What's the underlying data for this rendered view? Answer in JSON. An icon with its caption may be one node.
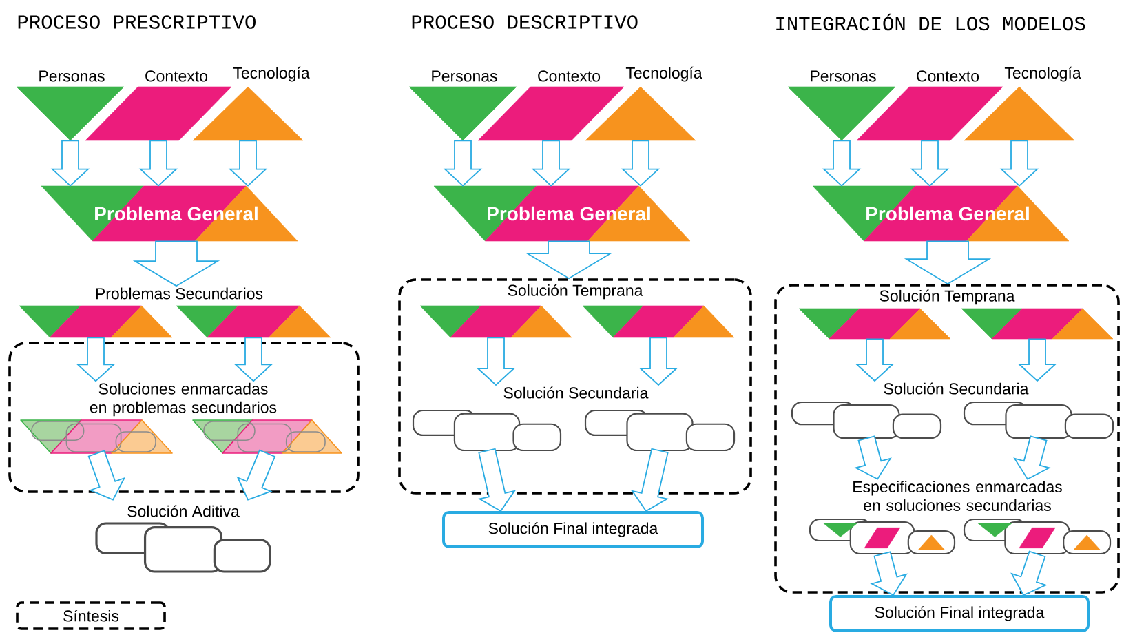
{
  "diagram": {
    "nodes": [
      {
        "text": [
          "Personas"
        ]
      },
      {
        "text": [
          "Contexto"
        ]
      },
      {
        "text": [
          "Tecnología"
        ]
      },
      {
        "text": [
          "Problema General"
        ]
      },
      {
        "text": [
          "Problemas Secundarios"
        ]
      },
      {
        "text": [],
        "shape": "trapezoid"
      },
      {
        "text": [],
        "shape": "trapezoid"
      },
      {
        "text": [],
        "shape": "box"
      },
      {
        "text": [
          "Soluciones enmarcadas en problemas secundarios"
        ],
        "in": 7
      },
      {
        "text": [],
        "shape": "trapezoid",
        "in": 7
      },
      {
        "text": [],
        "shape": "trapezoid",
        "in": 7
      },
      {
        "text": [
          "Solución Aditiva"
        ]
      },
      {
        "text": [
          "Personas"
        ]
      },
      {
        "text": [
          "Contexto"
        ]
      },
      {
        "text": [
          "Tecnología"
        ]
      },
      {
        "text": [
          "Problema General"
        ]
      },
      {
        "text": [
          "Solución Temprana"
        ]
      },
      {
        "text": [],
        "shape": "trapezoid",
        "in": 16
      },
      {
        "text": [],
        "shape": "trapezoid",
        "in": 16
      },
      {
        "text": [
          "Solución Secundaria"
        ],
        "in": 16
      },
      {
        "text": [],
        "shape": "cloud",
        "in": 16
      },
      {
        "text": [],
        "shape": "cloud",
        "in": 16
      },
      {
        "text": [
          "Solución Final integrada"
        ]
      },
      {
        "text": [
          "Personas"
        ]
      },
      {
        "text": [
          "Contexto"
        ]
      },
      {
        "text": [
          "Tecnología"
        ]
      },
      {
        "text": [
          "Problema General"
        ]
      },
      {
        "text": [
          "Solución Temprana"
        ]
      },
      {
        "text": [],
        "shape": "trapezoid",
        "in": 27
      },
      {
        "text": [],
        "shape": "trapezoid",
        "in": 27
      },
      {
        "text": [
          "Solución Secundaria"
        ],
        "in": 27
      },
      {
        "text": [],
        "shape": "cloud",
        "in": 27
      },
      {
        "text": [],
        "shape": "cloud",
        "in": 27
      },
      {
        "text": [
          "Especificaciones enmarcadas en soluciones secundarias"
        ],
        "in": 27
      },
      {
        "text": [],
        "shape": "cloud",
        "in": 27
      },
      {
        "text": [],
        "shape": "cloud",
        "in": 27
      },
      {
        "text": [
          "Solución Final integrada"
        ]
      }
    ],
    "edges": [
      {
        "from": 0,
        "to": 3,
        "arrow": "to"
      },
      {
        "from": 1,
        "to": 3,
        "arrow": "to"
      },
      {
        "from": 2,
        "to": 3,
        "arrow": "to"
      },
      {
        "from": 3,
        "to": 4,
        "arrow": "to",
        "style": "thick"
      },
      {
        "from": 5,
        "to": 8,
        "arrow": "to"
      },
      {
        "from": 6,
        "to": 8,
        "arrow": "to"
      },
      {
        "from": 9,
        "to": 11,
        "arrow": "to"
      },
      {
        "from": 10,
        "to": 11,
        "arrow": "to"
      },
      {
        "from": 12,
        "to": 15,
        "arrow": "to"
      },
      {
        "from": 13,
        "to": 15,
        "arrow": "to"
      },
      {
        "from": 14,
        "to": 15,
        "arrow": "to"
      },
      {
        "from": 15,
        "to": 16,
        "arrow": "to",
        "style": "thick"
      },
      {
        "from": 17,
        "to": 19,
        "arrow": "to"
      },
      {
        "from": 18,
        "to": 19,
        "arrow": "to"
      },
      {
        "from": 20,
        "to": 22,
        "arrow": "to"
      },
      {
        "from": 21,
        "to": 22,
        "arrow": "to"
      },
      {
        "from": 23,
        "to": 26,
        "arrow": "to"
      },
      {
        "from": 24,
        "to": 26,
        "arrow": "to"
      },
      {
        "from": 25,
        "to": 26,
        "arrow": "to"
      },
      {
        "from": 26,
        "to": 27,
        "arrow": "to",
        "style": "thick"
      },
      {
        "from": 28,
        "to": 30,
        "arrow": "to"
      },
      {
        "from": 29,
        "to": 30,
        "arrow": "to"
      },
      {
        "from": 31,
        "to": 33,
        "arrow": "to"
      },
      {
        "from": 32,
        "to": 33,
        "arrow": "to"
      },
      {
        "from": 34,
        "to": 36,
        "arrow": "to"
      },
      {
        "from": 35,
        "to": 36,
        "arrow": "to"
      }
    ],
    "labels": [
      "PROCESO PRESCRIPTIVO",
      "PROCESO DESCRIPTIVO",
      "INTEGRACIÓN DE LOS MODELOS"
    ],
    "legend": [
      {
        "text": "Síntesis"
      }
    ]
  }
}
